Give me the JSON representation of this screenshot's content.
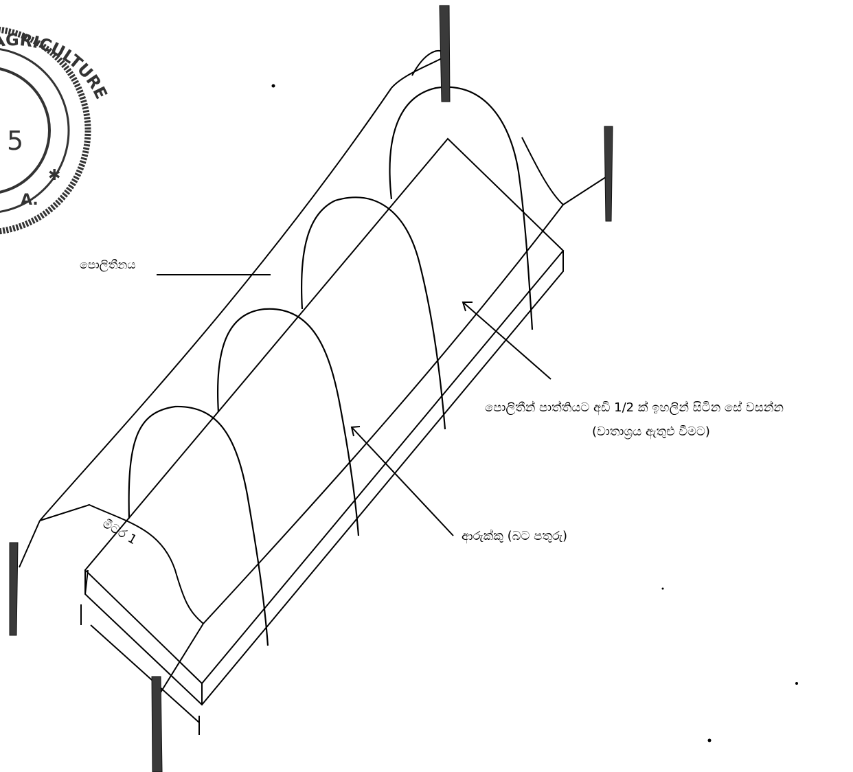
{
  "labels": {
    "polythene": "පොලිතීනය",
    "vent_note_line1": "පොලිතීන් පාත්තියට අඩි 1/2 ක් ඉහලින් සිටින සේ වසන්න",
    "vent_note_line2": "(වාතාශ්‍රය ඇතුළු වීමට)",
    "hoops": "ආරුක්කු (බට පතුරු)",
    "width": "මීටර 1"
  },
  "stamp": {
    "arc_text": "AGRICULTURE",
    "fragment_number": "5",
    "fragment_letter": "A."
  },
  "colors": {
    "ink": "#000000",
    "stake": "#3a3a3a",
    "stamp": "#333333"
  }
}
